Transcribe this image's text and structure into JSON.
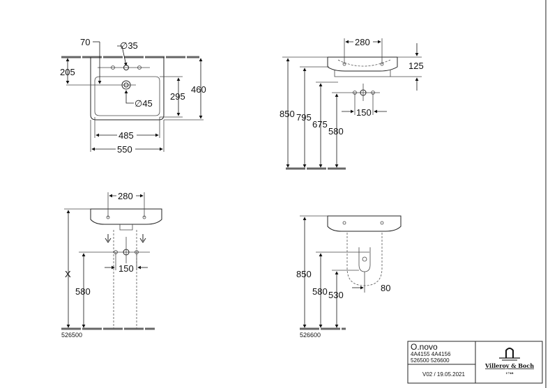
{
  "top_view": {
    "d70": "70",
    "d35": "∅35",
    "d205": "205",
    "d295": "295",
    "d460": "460",
    "d45": "∅45",
    "d485": "485",
    "d550": "550"
  },
  "side_view": {
    "d280": "280",
    "d125": "125",
    "d850": "850",
    "d795": "795",
    "d675": "675",
    "d580": "580",
    "d150": "150"
  },
  "pedestal_view": {
    "d280": "280",
    "dx": "X",
    "d580": "580",
    "d150": "150",
    "code": "526500"
  },
  "semipedestal_view": {
    "d850": "850",
    "d580": "580",
    "d530": "530",
    "d80": "80",
    "code": "526600"
  },
  "title_block": {
    "product": "O.novo",
    "codes_line1": "4A4155  4A4156",
    "codes_line2": "526500  526600",
    "version": "V02 / 19.05.2021",
    "logo_text": "Villeroy & Boch",
    "logo_year": "1748"
  }
}
